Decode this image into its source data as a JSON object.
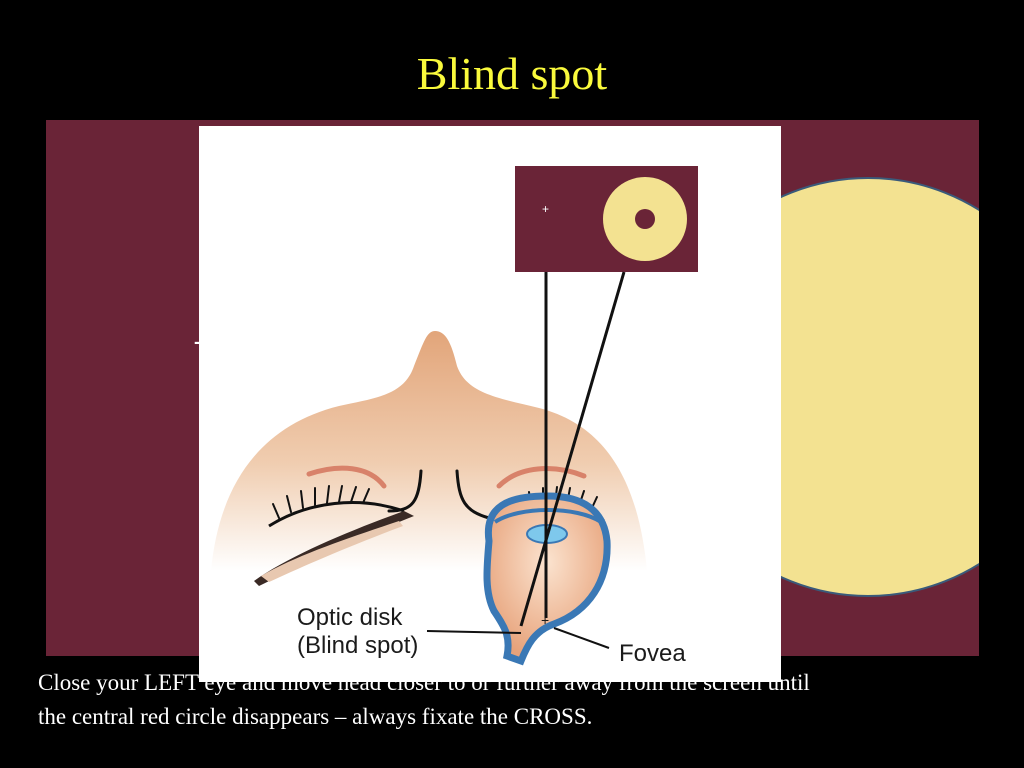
{
  "slide": {
    "title": "Blind spot",
    "caption_line1": "Close your LEFT eye and move head closer to or further away from the screen until",
    "caption_line2": "the central red circle disappears – always fixate the CROSS."
  },
  "stimulus": {
    "fixation_symbol": "+"
  },
  "illustration": {
    "inset_fixation_symbol": "+",
    "optic_disk_label_line1": "Optic disk",
    "optic_disk_label_line2": "(Blind spot)",
    "fovea_label": "Fovea",
    "fovea_marker_symbol": "+"
  },
  "colors": {
    "background": "#000000",
    "title": "#fafa3c",
    "stimulus_field": "#6a2437",
    "disc": "#f3e291",
    "eye_outline": "#3a78b5"
  }
}
